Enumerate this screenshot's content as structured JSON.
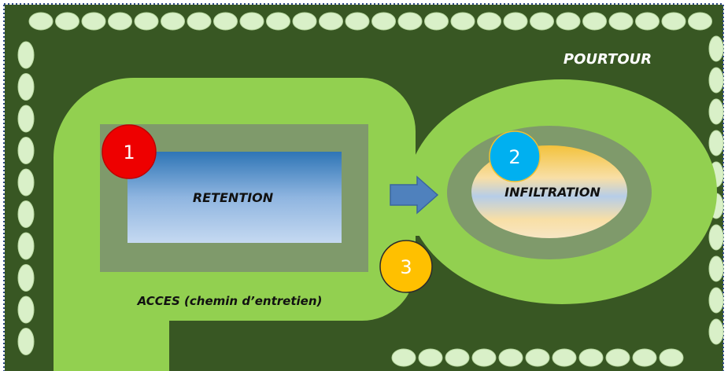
{
  "labels": {
    "pourtour": "POURTOUR",
    "retention": "RETENTION",
    "infiltration": "INFILTRATION",
    "acces": "ACCES (chemin d’entretien)"
  },
  "markers": [
    {
      "label": "1",
      "color": "#ee0000"
    },
    {
      "label": "2",
      "color": "#00b0f0"
    },
    {
      "label": "3",
      "color": "#ffc000"
    }
  ],
  "colors": {
    "background": "#385723",
    "path": "#92d050",
    "border": "#7f9a6b",
    "hedge": "#d9f0c8",
    "arrow": "#4f81bd",
    "frame": "#2e4a86"
  }
}
